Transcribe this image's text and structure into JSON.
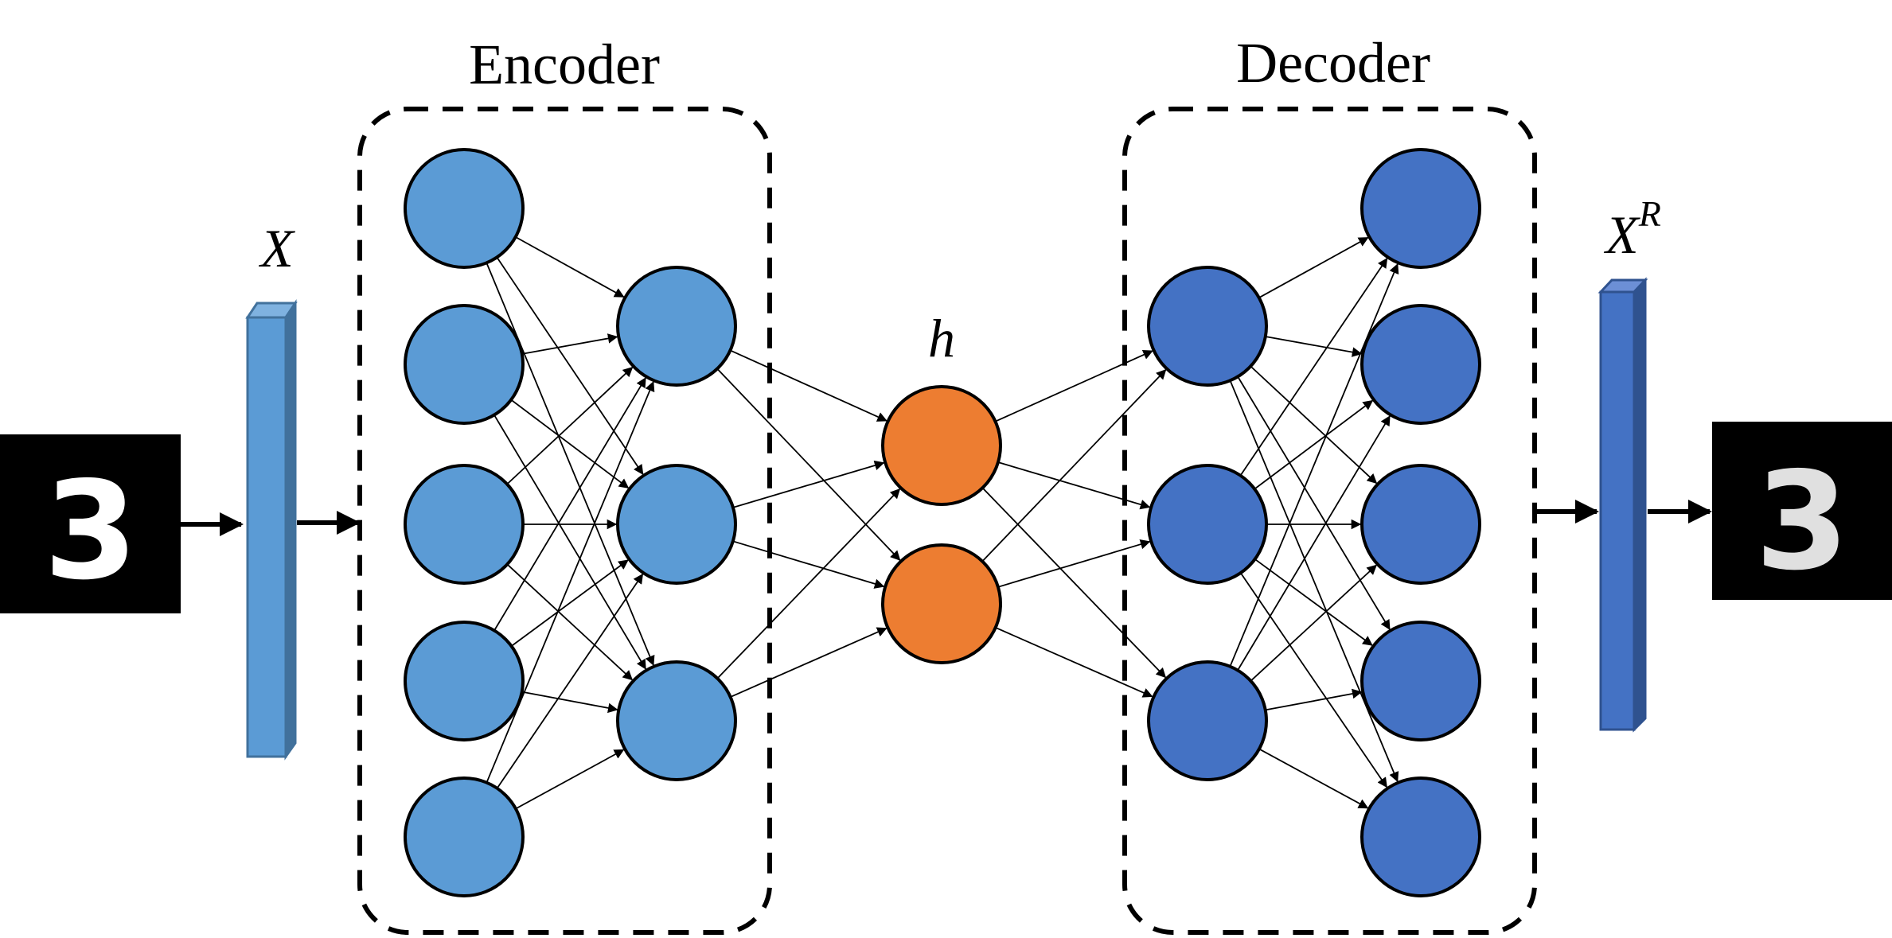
{
  "encoder": {
    "label": "Encoder",
    "layers": [
      5,
      3
    ]
  },
  "decoder": {
    "label": "Decoder",
    "layers": [
      3,
      5
    ]
  },
  "bottleneck": {
    "label": "h",
    "nodes": 2
  },
  "input": {
    "label": "X",
    "digit": "3"
  },
  "output": {
    "label": "X",
    "superscript": "R",
    "digit": "3"
  },
  "colors": {
    "encoder_node": "#5b9bd5",
    "decoder_node": "#4472c4",
    "bottleneck_node": "#ed7d31",
    "input_bar": "#5b9bd5",
    "output_bar": "#4472c4",
    "image_bg": "#000000",
    "edge": "#000000"
  }
}
